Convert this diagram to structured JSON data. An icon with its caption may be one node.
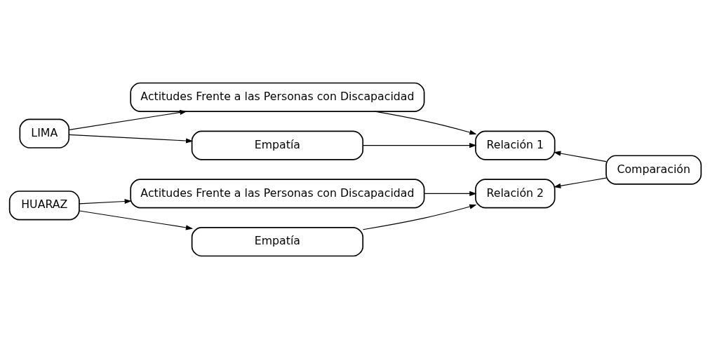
{
  "diagram": {
    "nodes": [
      {
        "text": [
          "LIMA"
        ]
      },
      {
        "text": [
          "Actitudes Frente a las Personas con Discapacidad"
        ]
      },
      {
        "text": [
          "Empatía"
        ]
      },
      {
        "text": [
          "Relación 1"
        ]
      },
      {
        "text": [
          "HUARAZ"
        ]
      },
      {
        "text": [
          "Actitudes Frente a las Personas con Discapacidad"
        ]
      },
      {
        "text": [
          "Empatía"
        ]
      },
      {
        "text": [
          "Relación 2"
        ]
      },
      {
        "text": [
          "Comparación"
        ]
      }
    ],
    "edges": [
      {
        "from": 0,
        "to": 1,
        "arrow": "to"
      },
      {
        "from": 0,
        "to": 2,
        "arrow": "to"
      },
      {
        "from": 1,
        "to": 3,
        "arrow": "to"
      },
      {
        "from": 2,
        "to": 3,
        "arrow": "to"
      },
      {
        "from": 4,
        "to": 5,
        "arrow": "to"
      },
      {
        "from": 4,
        "to": 6,
        "arrow": "to"
      },
      {
        "from": 5,
        "to": 7,
        "arrow": "to"
      },
      {
        "from": 6,
        "to": 7,
        "arrow": "to"
      },
      {
        "from": 8,
        "to": 3,
        "arrow": "to"
      },
      {
        "from": 8,
        "to": 7,
        "arrow": "to"
      }
    ]
  }
}
